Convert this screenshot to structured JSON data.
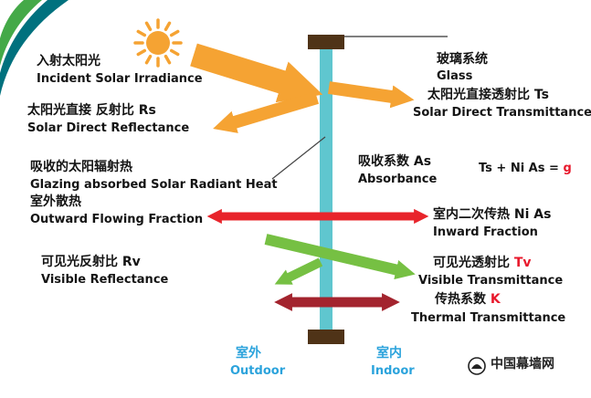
{
  "colors": {
    "solar_orange": "#F5A333",
    "heat_red": "#E8242B",
    "visible_green": "#76C043",
    "thermal_dark_red": "#A3242E",
    "glass_cyan": "#5FC6CF",
    "frame_brown": "#4F3317",
    "label_blue": "#2BA3DC",
    "accent_red": "#E8192C"
  },
  "icons": {
    "sun": "☀",
    "watermark_logo": "◉"
  },
  "labels": {
    "incident": {
      "zh": "入射太阳光",
      "en": "Incident Solar Irradiance"
    },
    "solar_reflectance": {
      "zh": "太阳光直接 反射比 Rs",
      "en": "Solar Direct Reflectance"
    },
    "absorbed_heat": {
      "zh": "吸收的太阳辐射热",
      "en": "Glazing absorbed Solar Radiant Heat"
    },
    "outward_flow": {
      "zh": "室外散热",
      "en": "Outward Flowing Fraction"
    },
    "visible_reflectance": {
      "zh": "可见光反射比 Rv",
      "en": "Visible Reflectance"
    },
    "glass_system": {
      "zh": "玻璃系统",
      "en": "Glass"
    },
    "solar_transmittance": {
      "zh": "太阳光直接透射比 Ts",
      "en": "Solar Direct Transmittance"
    },
    "absorbance": {
      "zh": "吸收系数 As",
      "en": "Absorbance"
    },
    "formula": {
      "prefix": "Ts + Ni As = ",
      "value": "g"
    },
    "inward_fraction": {
      "zh": "室内二次传热 Ni As",
      "en": "Inward Fraction"
    },
    "visible_transmittance": {
      "zh": "可见光透射比 ",
      "value": "Tv",
      "en": "Visible Transmittance"
    },
    "thermal_transmittance": {
      "zh": "传热系数 ",
      "value": "K",
      "en": "Thermal Transmittance"
    },
    "outdoor": {
      "zh": "室外",
      "en": "Outdoor"
    },
    "indoor": {
      "zh": "室内",
      "en": "Indoor"
    },
    "watermark": "中国幕墙网"
  }
}
